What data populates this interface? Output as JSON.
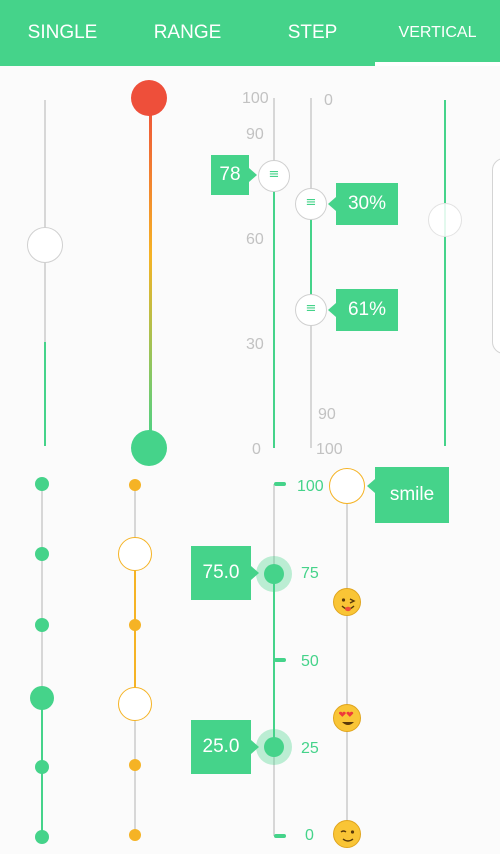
{
  "tabs": [
    {
      "label": "SINGLE"
    },
    {
      "label": "RANGE"
    },
    {
      "label": "STEP"
    },
    {
      "label": "VERTICAL",
      "selected": true
    }
  ],
  "colors": {
    "accent": "#45d38a",
    "red": "#ee4f3a",
    "orange": "#f5b325",
    "track": "#d7d7d7"
  },
  "sliders": {
    "single_left": {
      "value": 0.43
    },
    "gradient": {
      "range": [
        0.0,
        1.0
      ]
    },
    "ruler_100": {
      "ticks": [
        "100",
        "90",
        "60",
        "30",
        "0"
      ],
      "value": 78,
      "value_label": "78"
    },
    "percent_range": {
      "ticks": [
        "0",
        "90",
        "100"
      ],
      "low_label": "30%",
      "high_label": "61%",
      "low": 30,
      "high": 61
    },
    "thin_right": {
      "value": 0.65
    },
    "discrete_green": {
      "steps": 6,
      "value_index": 3
    },
    "discrete_orange": {
      "steps": 6,
      "low_index": 1,
      "high_index": 3
    },
    "decimal_range": {
      "ticks": [
        "100",
        "75",
        "50",
        "25",
        "0"
      ],
      "low_label": "25.0",
      "high_label": "75.0",
      "low": 25,
      "high": 75
    },
    "emoji_slider": {
      "label": "smile",
      "icons": [
        "tongue-face-icon",
        "heart-eyes-face-icon",
        "wink-face-icon"
      ]
    }
  }
}
